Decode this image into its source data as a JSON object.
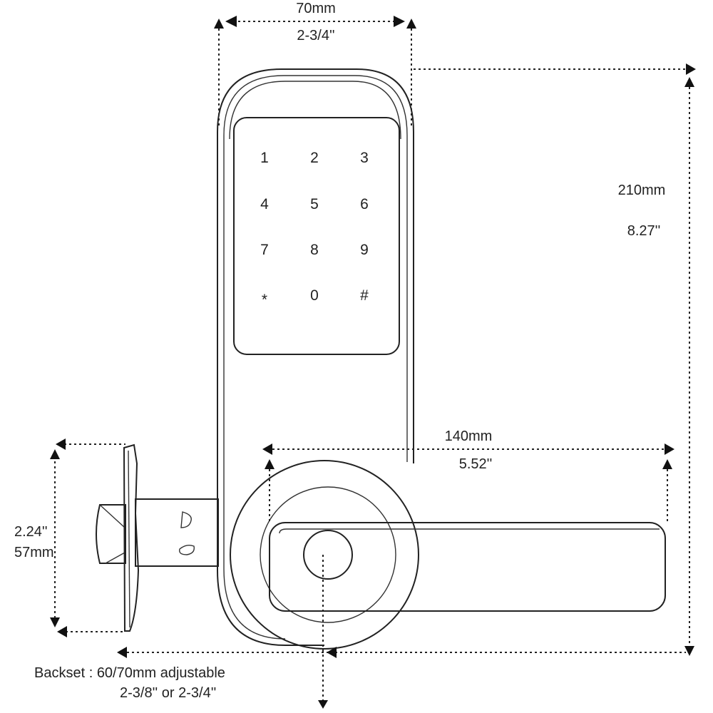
{
  "dimensions": {
    "width": {
      "mm": "70mm",
      "inch": "2-3/4''"
    },
    "height": {
      "mm": "210mm",
      "inch": "8.27''"
    },
    "lever_length": {
      "mm": "140mm",
      "inch": "5.52''"
    },
    "latch_plate": {
      "inch": "2.24''",
      "mm": "57mm"
    },
    "backset": {
      "line1": "Backset : 60/70mm adjustable",
      "line2": "2-3/8'' or  2-3/4''"
    }
  },
  "keypad": {
    "keys": [
      "1",
      "2",
      "3",
      "4",
      "5",
      "6",
      "7",
      "8",
      "9",
      "*",
      "0",
      "#"
    ]
  }
}
